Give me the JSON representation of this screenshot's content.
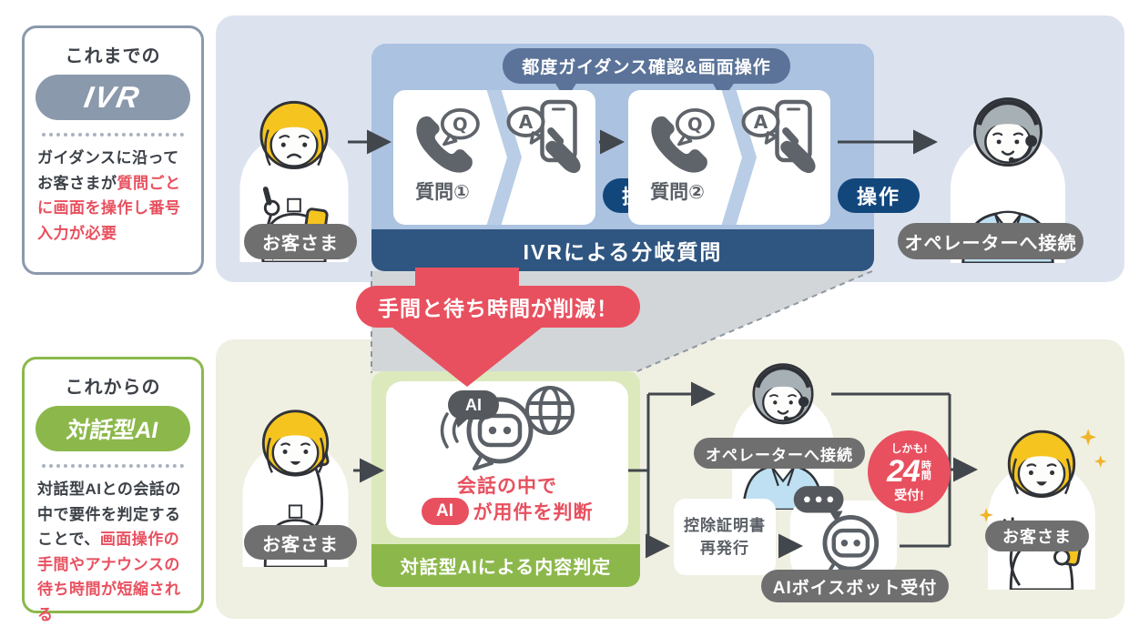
{
  "colors": {
    "accent_red": "#e8505f",
    "navy_bar": "#2f5681",
    "navy_badge": "#5b7399",
    "navy_action": "#12477c",
    "green": "#8cb84b",
    "green_panel": "#dce9bd",
    "top_panel": "#dce3ef",
    "top_panel_inner": "#abc2e0",
    "bottom_panel": "#efefe2",
    "gray_pill": "#6f6f6f",
    "ivr_gray_pill": "#8b99ac",
    "icon_gray": "#5f646a",
    "hair_yellow": "#f5c41f"
  },
  "left_ivr": {
    "heading": "これまでの",
    "badge": "IVR",
    "desc_dark": "ガイダンスに沿ってお客さまが",
    "desc_red": "質問ごとに画面を操作し番号入力が必要"
  },
  "left_ai": {
    "heading": "これからの",
    "badge": "対話型AI",
    "desc_dark": "対話型AIとの会話の中で要件を判定することで、",
    "desc_red": "画面操作の手間やアナウンスの待ち時間が短縮される"
  },
  "top_flow": {
    "customer_label": "お客さま",
    "guidance_badge": "都度ガイダンス確認&画面操作",
    "steps": [
      {
        "question": "質問①",
        "action": "操作",
        "q": "Q",
        "a": "A"
      },
      {
        "question": "質問②",
        "action": "操作",
        "q": "Q",
        "a": "A"
      }
    ],
    "bar_label": "IVRによる分岐質問",
    "operator_label": "オペレーターへ接続"
  },
  "transition": {
    "badge": "手間と待ち時間が削減！"
  },
  "bottom_flow": {
    "customer_label": "お客さま",
    "ai_chip": "AI",
    "judge_line1": "会話の中で",
    "judge_ai_chip": "AI",
    "judge_line2": "が用件を判断",
    "bar_label": "対話型AIによる内容判定",
    "operator_label": "オペレーターへ接続",
    "badge24": {
      "top": "しかも!",
      "number": "24",
      "unit_a": "時",
      "unit_b": "間",
      "bottom": "受付!"
    },
    "doc_box": {
      "line1": "控除証明書",
      "line2": "再発行"
    },
    "bot_label": "AIボイスボット受付",
    "customer2_label": "お客さま"
  }
}
